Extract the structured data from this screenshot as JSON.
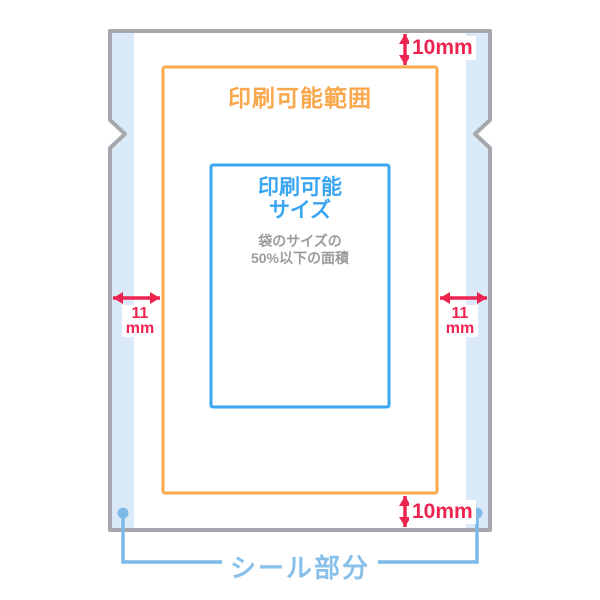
{
  "diagram": {
    "print_range_label": "印刷可能範囲",
    "print_size_title": {
      "line1": "印刷可能",
      "line2": "サイズ"
    },
    "print_size_note": {
      "line1": "袋のサイズの",
      "line2": "50%以下の面積"
    },
    "seal_label": "シール部分",
    "measurements": {
      "top": "10mm",
      "bottom": "10mm",
      "left": {
        "value": "11",
        "unit": "mm"
      },
      "right": {
        "value": "11",
        "unit": "mm"
      }
    }
  },
  "colors": {
    "bag_outline": "#a5a9ad",
    "seal_strip": "#daeaf8",
    "print_range_box": "#f9a84e",
    "print_size_box": "#3aa5f0",
    "measure_red": "#ee2450",
    "seal_bracket": "#7cb9e6",
    "seal_text": "#89c0e9",
    "note_text": "#9b9b9b"
  }
}
